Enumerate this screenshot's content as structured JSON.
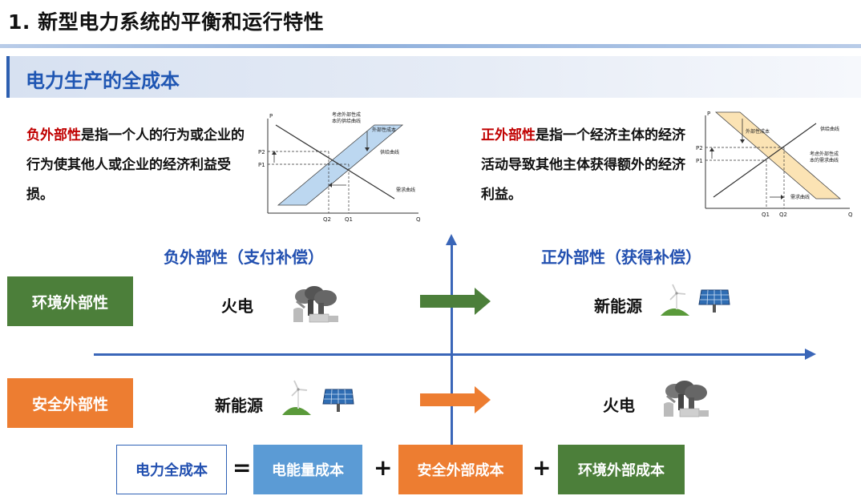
{
  "header": {
    "title": "1. 新型电力系统的平衡和运行特性"
  },
  "section": {
    "title": "电力生产的全成本"
  },
  "negative": {
    "term": "负外部性",
    "definition": "是指一个人的行为或企业的行为使其他人或企业的经济利益受损。",
    "graph": {
      "axis_p": "P",
      "axis_q": "Q",
      "p2": "P2",
      "p1": "P1",
      "q2": "Q2",
      "q1": "Q1",
      "supply_ext_line1": "考虑外部性成",
      "supply_ext_line2": "本的供给曲线",
      "ext_cost": "外部性成本",
      "supply": "供给曲线",
      "demand": "需求曲线"
    }
  },
  "positive": {
    "term": "正外部性",
    "definition": "是指一个经济主体的经济活动导致其他主体获得额外的经济利益。",
    "graph": {
      "axis_p": "P",
      "axis_q": "Q",
      "p2": "P2",
      "p1": "P1",
      "q1": "Q1",
      "q2": "Q2",
      "ext_cost": "外部性成本",
      "supply": "供给曲线",
      "demand_ext_line1": "考虑外部性成",
      "demand_ext_line2": "本的需求曲线",
      "demand": "需求曲线"
    }
  },
  "quadrants": {
    "negative_label": "负外部性（支付补偿）",
    "positive_label": "正外部性（获得补偿）"
  },
  "rows": {
    "env": {
      "label": "环境外部性",
      "left_item": "火电",
      "right_item": "新能源"
    },
    "sec": {
      "label": "安全外部性",
      "left_item": "新能源",
      "right_item": "火电"
    }
  },
  "equation": {
    "total": "电力全成本",
    "equals": "=",
    "energy": "电能量成本",
    "plus1": "+",
    "security": "安全外部成本",
    "plus2": "+",
    "environment": "环境外部成本"
  },
  "icons": [
    "thermal-plant-icon",
    "wind-turbine-icon",
    "solar-panel-icon"
  ],
  "colors": {
    "accent_blue": "#2250b0",
    "negative_red": "#c00000",
    "env_green": "#4c7f3a",
    "sec_orange": "#ed7d31",
    "energy_blue": "#5b9bd5",
    "neg_band": "#bcd7f0",
    "pos_band": "#fbe3b4"
  }
}
